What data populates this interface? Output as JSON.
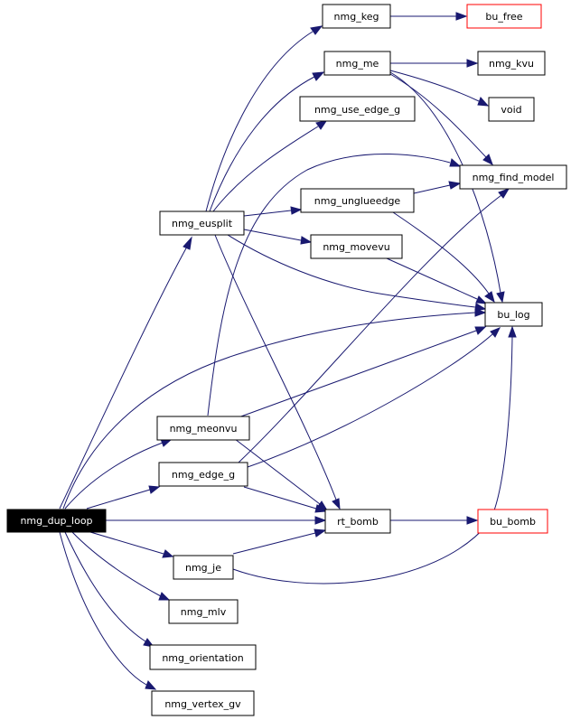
{
  "colors": {
    "edge": "#191970",
    "node_border": "#000000",
    "external_border": "#ff0000",
    "root_fill": "#000000",
    "root_text": "#ffffff",
    "background": "#ffffff"
  },
  "nodes": {
    "nmg_dup_loop": "nmg_dup_loop",
    "nmg_eusplit": "nmg_eusplit",
    "nmg_meonvu": "nmg_meonvu",
    "nmg_edge_g": "nmg_edge_g",
    "nmg_je": "nmg_je",
    "nmg_mlv": "nmg_mlv",
    "nmg_orientation": "nmg_orientation",
    "nmg_vertex_gv": "nmg_vertex_gv",
    "nmg_keg": "nmg_keg",
    "nmg_me": "nmg_me",
    "nmg_use_edge_g": "nmg_use_edge_g",
    "nmg_unglueedge": "nmg_unglueedge",
    "nmg_movevu": "nmg_movevu",
    "rt_bomb": "rt_bomb",
    "bu_free": "bu_free",
    "nmg_kvu": "nmg_kvu",
    "void": "void",
    "nmg_find_model": "nmg_find_model",
    "bu_log": "bu_log",
    "bu_bomb": "bu_bomb"
  },
  "external_nodes": [
    "bu_free",
    "bu_bomb"
  ],
  "root_node": "nmg_dup_loop",
  "edges": [
    {
      "from": "nmg_dup_loop",
      "to": "nmg_eusplit"
    },
    {
      "from": "nmg_dup_loop",
      "to": "bu_log"
    },
    {
      "from": "nmg_dup_loop",
      "to": "nmg_meonvu"
    },
    {
      "from": "nmg_dup_loop",
      "to": "nmg_edge_g"
    },
    {
      "from": "nmg_dup_loop",
      "to": "rt_bomb"
    },
    {
      "from": "nmg_dup_loop",
      "to": "nmg_je"
    },
    {
      "from": "nmg_dup_loop",
      "to": "nmg_mlv"
    },
    {
      "from": "nmg_dup_loop",
      "to": "nmg_orientation"
    },
    {
      "from": "nmg_dup_loop",
      "to": "nmg_vertex_gv"
    },
    {
      "from": "nmg_eusplit",
      "to": "nmg_keg"
    },
    {
      "from": "nmg_eusplit",
      "to": "nmg_me"
    },
    {
      "from": "nmg_eusplit",
      "to": "nmg_use_edge_g"
    },
    {
      "from": "nmg_eusplit",
      "to": "nmg_unglueedge"
    },
    {
      "from": "nmg_eusplit",
      "to": "nmg_movevu"
    },
    {
      "from": "nmg_eusplit",
      "to": "bu_log"
    },
    {
      "from": "nmg_eusplit",
      "to": "rt_bomb"
    },
    {
      "from": "nmg_keg",
      "to": "bu_free"
    },
    {
      "from": "nmg_me",
      "to": "nmg_kvu"
    },
    {
      "from": "nmg_me",
      "to": "void"
    },
    {
      "from": "nmg_me",
      "to": "nmg_find_model"
    },
    {
      "from": "nmg_me",
      "to": "bu_log"
    },
    {
      "from": "nmg_unglueedge",
      "to": "nmg_find_model"
    },
    {
      "from": "nmg_unglueedge",
      "to": "bu_log"
    },
    {
      "from": "nmg_movevu",
      "to": "bu_log"
    },
    {
      "from": "nmg_meonvu",
      "to": "nmg_find_model"
    },
    {
      "from": "nmg_meonvu",
      "to": "bu_log"
    },
    {
      "from": "nmg_meonvu",
      "to": "rt_bomb"
    },
    {
      "from": "nmg_edge_g",
      "to": "nmg_find_model"
    },
    {
      "from": "nmg_edge_g",
      "to": "bu_log"
    },
    {
      "from": "nmg_edge_g",
      "to": "rt_bomb"
    },
    {
      "from": "nmg_je",
      "to": "rt_bomb"
    },
    {
      "from": "nmg_je",
      "to": "bu_log"
    },
    {
      "from": "rt_bomb",
      "to": "bu_bomb"
    }
  ]
}
